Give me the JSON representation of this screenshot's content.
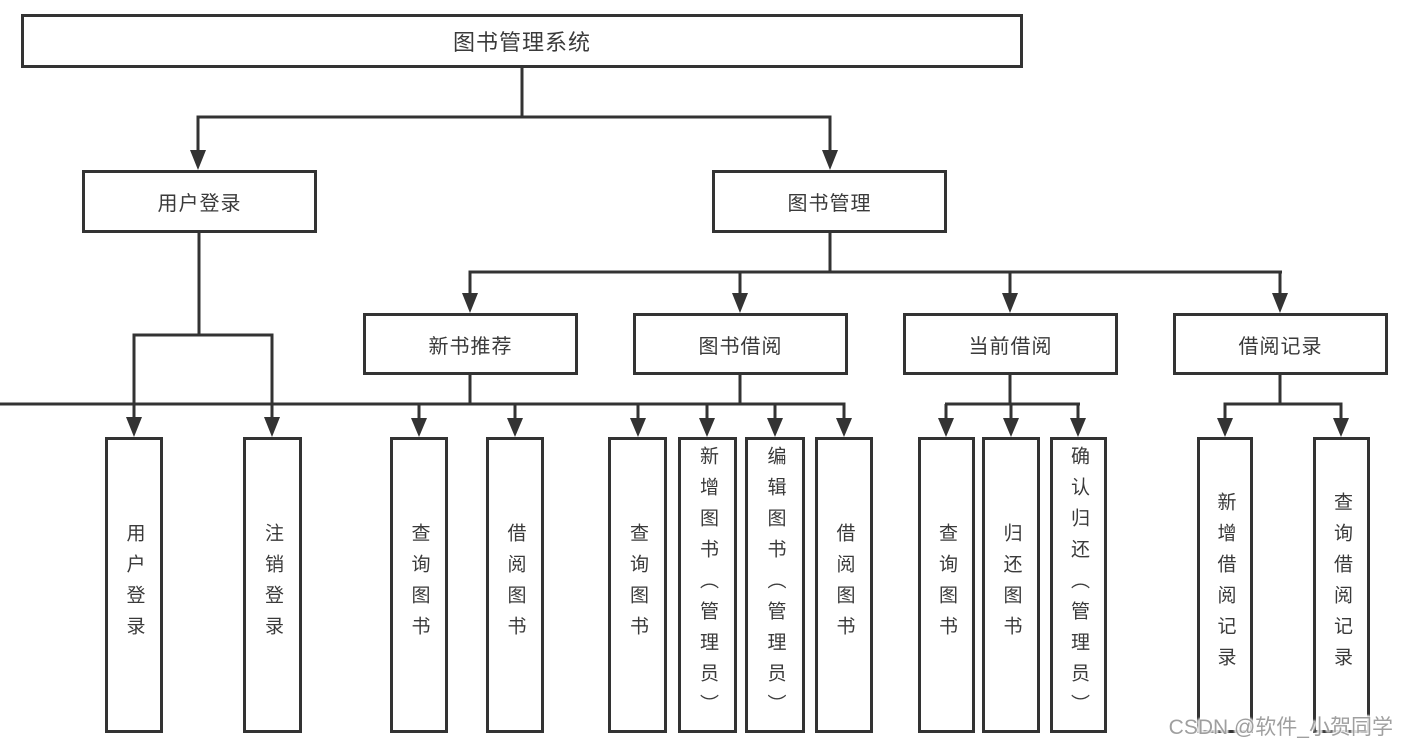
{
  "diagram": {
    "root": {
      "label": "图书管理系统"
    },
    "level2": [
      {
        "label": "用户登录"
      },
      {
        "label": "图书管理"
      }
    ],
    "level3": [
      {
        "label": "新书推荐"
      },
      {
        "label": "图书借阅"
      },
      {
        "label": "当前借阅"
      },
      {
        "label": "借阅记录"
      }
    ],
    "leaves": {
      "user_login": [
        "用户登录",
        "注销登录"
      ],
      "new_books": [
        "查询图书",
        "借阅图书"
      ],
      "book_borrow": [
        "查询图书",
        "新增图书（管理员）",
        "编辑图书（管理员）",
        "借阅图书"
      ],
      "current_borrow": [
        "查询图书",
        "归还图书",
        "确认归还（管理员）"
      ],
      "borrow_records": [
        "新增借阅记录",
        "查询借阅记录"
      ]
    },
    "watermark": "CSDN @软件_小贺同学",
    "colors": {
      "line": "#333333",
      "text": "#3a3a3a",
      "watermark": "#9a9a9a",
      "background": "#ffffff"
    }
  }
}
